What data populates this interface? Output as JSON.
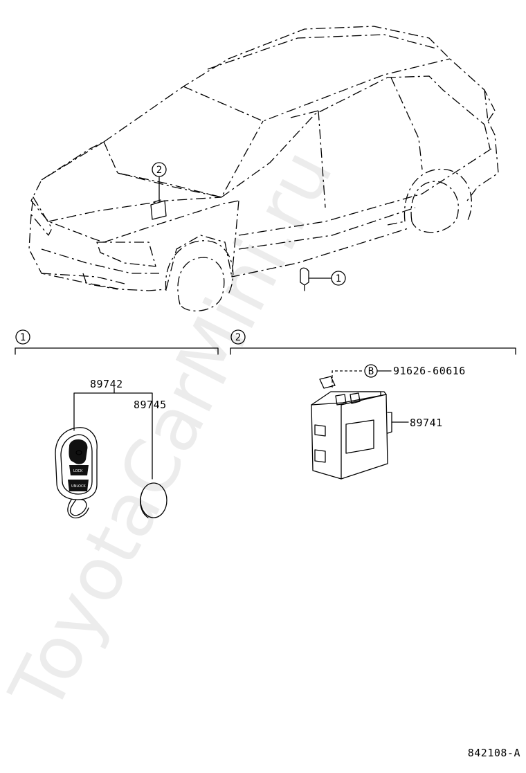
{
  "section_markers": {
    "one": "1",
    "two": "2"
  },
  "parts": {
    "transmitter": "89742",
    "battery": "89745",
    "receiver": "89741",
    "bolt": "91626-60616"
  },
  "bolt_marker": "B",
  "key_buttons": {
    "lock": "LOCK",
    "unlock": "UNLOCK"
  },
  "watermark": "ToyotaCarMini.ru",
  "figure_id": "842108-A"
}
